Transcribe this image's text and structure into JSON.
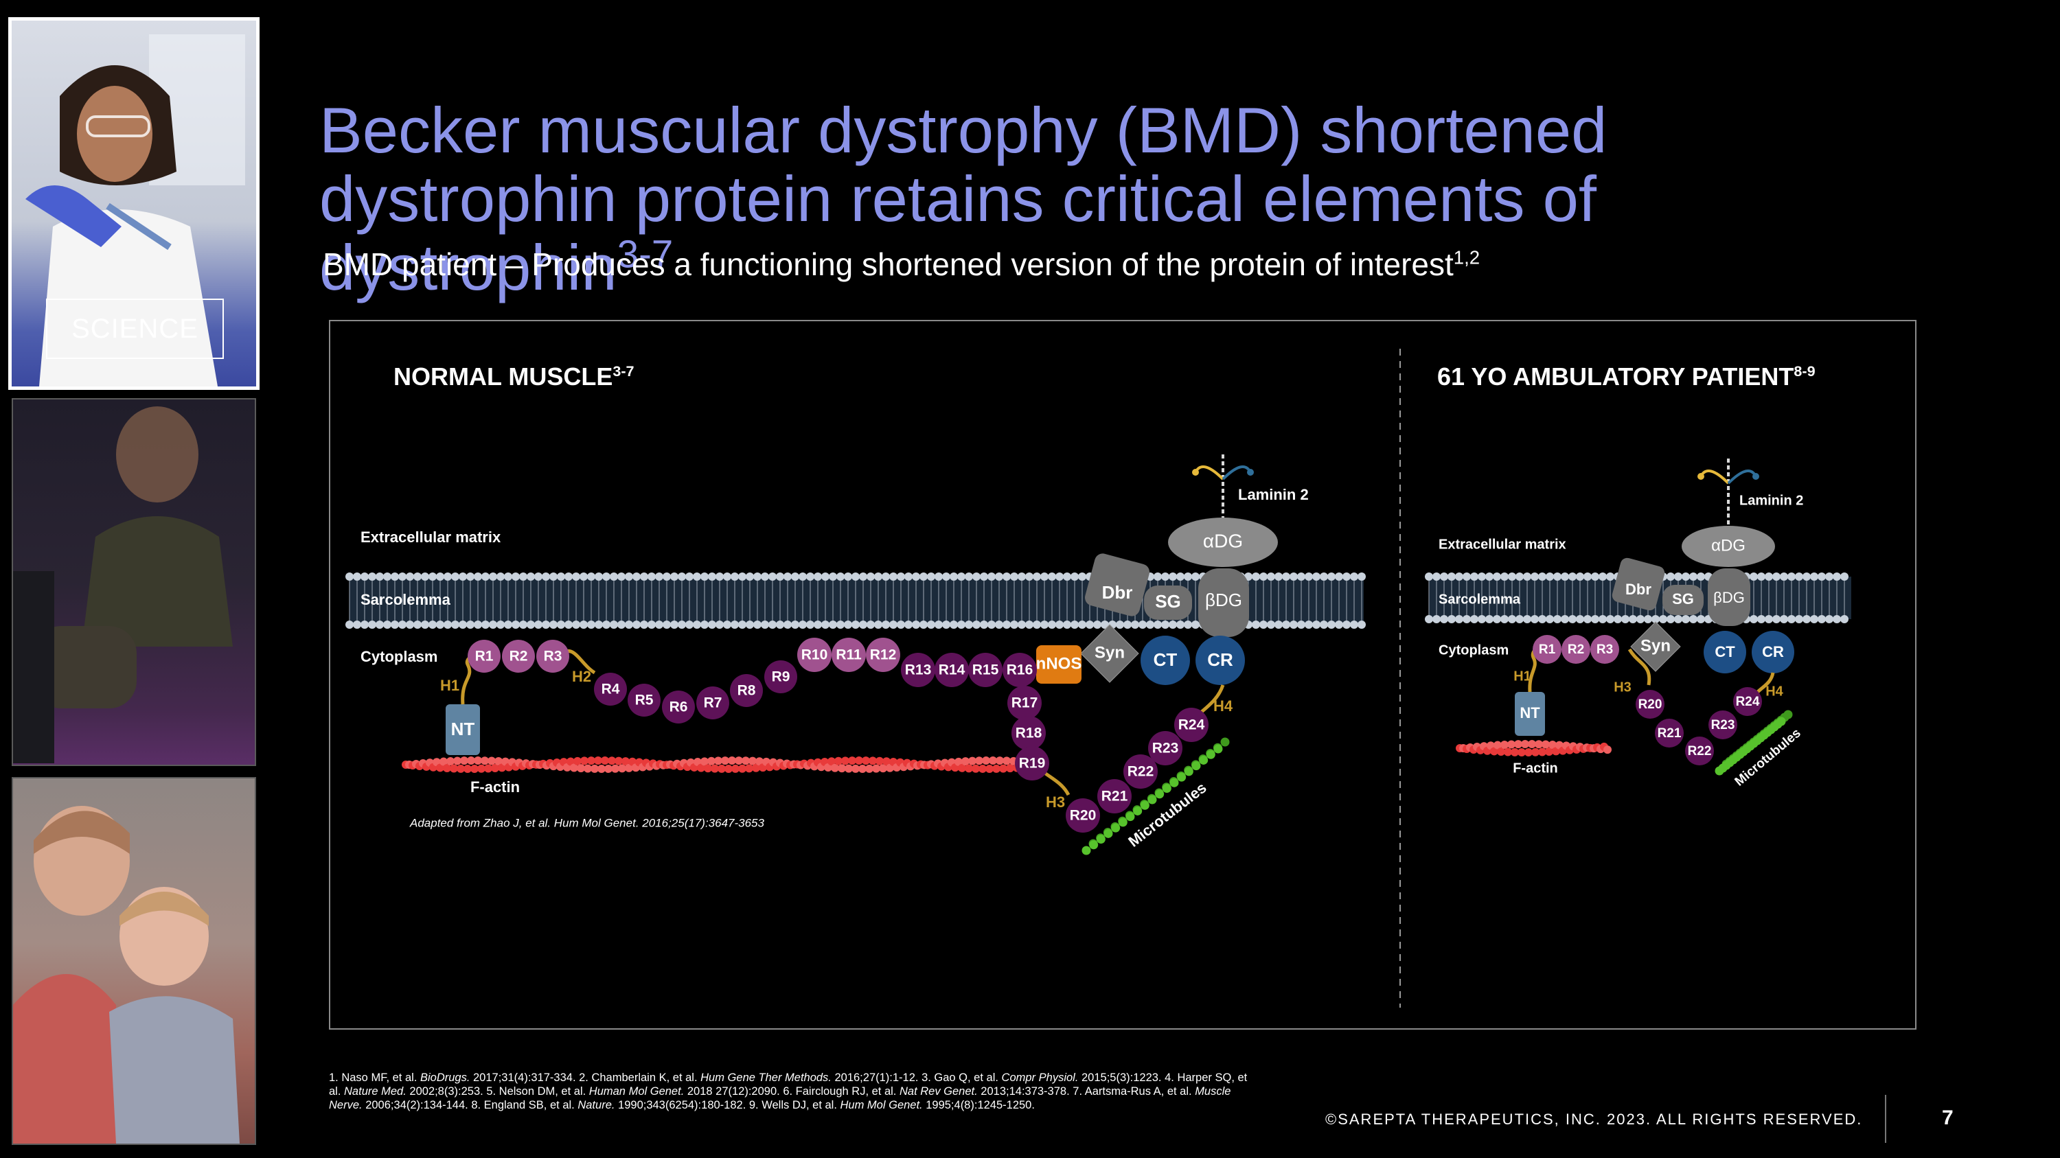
{
  "sidebar": {
    "science_label": "SCIENCE"
  },
  "slide": {
    "title": "Becker muscular dystrophy (BMD) shortened dystrophin protein retains critical elements of dystrophin",
    "title_sup": "3-7",
    "subtitle": "BMD patient – Produces a functioning shortened version of the protein of interest",
    "subtitle_sup": "1,2"
  },
  "diagram": {
    "left_heading": "NORMAL MUSCLE",
    "left_heading_sup": "3-7",
    "right_heading": "61 YO AMBULATORY PATIENT",
    "right_heading_sup": "8-9",
    "extracellular": "Extracellular matrix",
    "sarcolemma": "Sarcolemma",
    "cytoplasm": "Cytoplasm",
    "laminin": "Laminin 2",
    "factin": "F-actin",
    "microtubules": "Microtubules",
    "adg": "αDG",
    "bdg": "βDG",
    "dbr": "Dbr",
    "sg": "SG",
    "syn": "Syn",
    "ct": "CT",
    "cr": "CR",
    "nt": "NT",
    "nnos": "nNOS",
    "hinges": {
      "h1": "H1",
      "h2": "H2",
      "h3": "H3",
      "h4": "H4"
    },
    "normal_repeats": [
      "R1",
      "R2",
      "R3",
      "R4",
      "R5",
      "R6",
      "R7",
      "R8",
      "R9",
      "R10",
      "R11",
      "R12",
      "R13",
      "R14",
      "R15",
      "R16",
      "R17",
      "R18",
      "R19",
      "R20",
      "R21",
      "R22",
      "R23",
      "R24"
    ],
    "patient_repeats": [
      "R1",
      "R2",
      "R3",
      "R20",
      "R21",
      "R22",
      "R23",
      "R24"
    ],
    "citation": "Adapted from Zhao J, et al. Hum Mol Genet. 2016;25(17):3647-3653"
  },
  "references": [
    {
      "text": "1. Naso MF, et al. ",
      "journal": "BioDrugs.",
      "rest": " 2017;31(4):317-334. "
    },
    {
      "text": "2. Chamberlain K, et al. ",
      "journal": "Hum Gene Ther Methods.",
      "rest": " 2016;27(1):1-12. "
    },
    {
      "text": "3. Gao Q, et al. ",
      "journal": "Compr Physiol.",
      "rest": " 2015;5(3):1223. "
    },
    {
      "text": "4. Harper SQ, et al. ",
      "journal": "Nature Med.",
      "rest": " 2002;8(3):253. "
    },
    {
      "text": "5. Nelson DM, et al. ",
      "journal": "Human Mol Genet.",
      "rest": " 2018 27(12):2090. "
    },
    {
      "text": "6. Fairclough RJ, et al. ",
      "journal": "Nat Rev Genet.",
      "rest": " 2013;14:373-378. "
    },
    {
      "text": "7. Aartsma-Rus A, et al. ",
      "journal": "Muscle Nerve.",
      "rest": " 2006;34(2):134-144. "
    },
    {
      "text": "8. England SB, et al. ",
      "journal": "Nature.",
      "rest": " 1990;343(6254):180-182. "
    },
    {
      "text": "9. Wells DJ, et al. ",
      "journal": "Hum Mol Genet.",
      "rest": " 1995;4(8):1245-1250."
    }
  ],
  "footer": {
    "copyright": "©SAREPTA THERAPEUTICS, INC. 2023.  ALL RIGHTS RESERVED.",
    "page_number": "7"
  },
  "colors": {
    "title": "#8b93e8",
    "repeat_light": "#a0528f",
    "repeat_dark": "#5e1258",
    "hinge": "#c89a2a",
    "nnos": "#e07b12",
    "ct_cr": "#1d4e85",
    "grey_protein": "#6e6e6e",
    "nt": "#5f84a2",
    "factin": "#e83a3a",
    "microtubule": "#57c22c",
    "membrane": "#c9d2dc"
  }
}
